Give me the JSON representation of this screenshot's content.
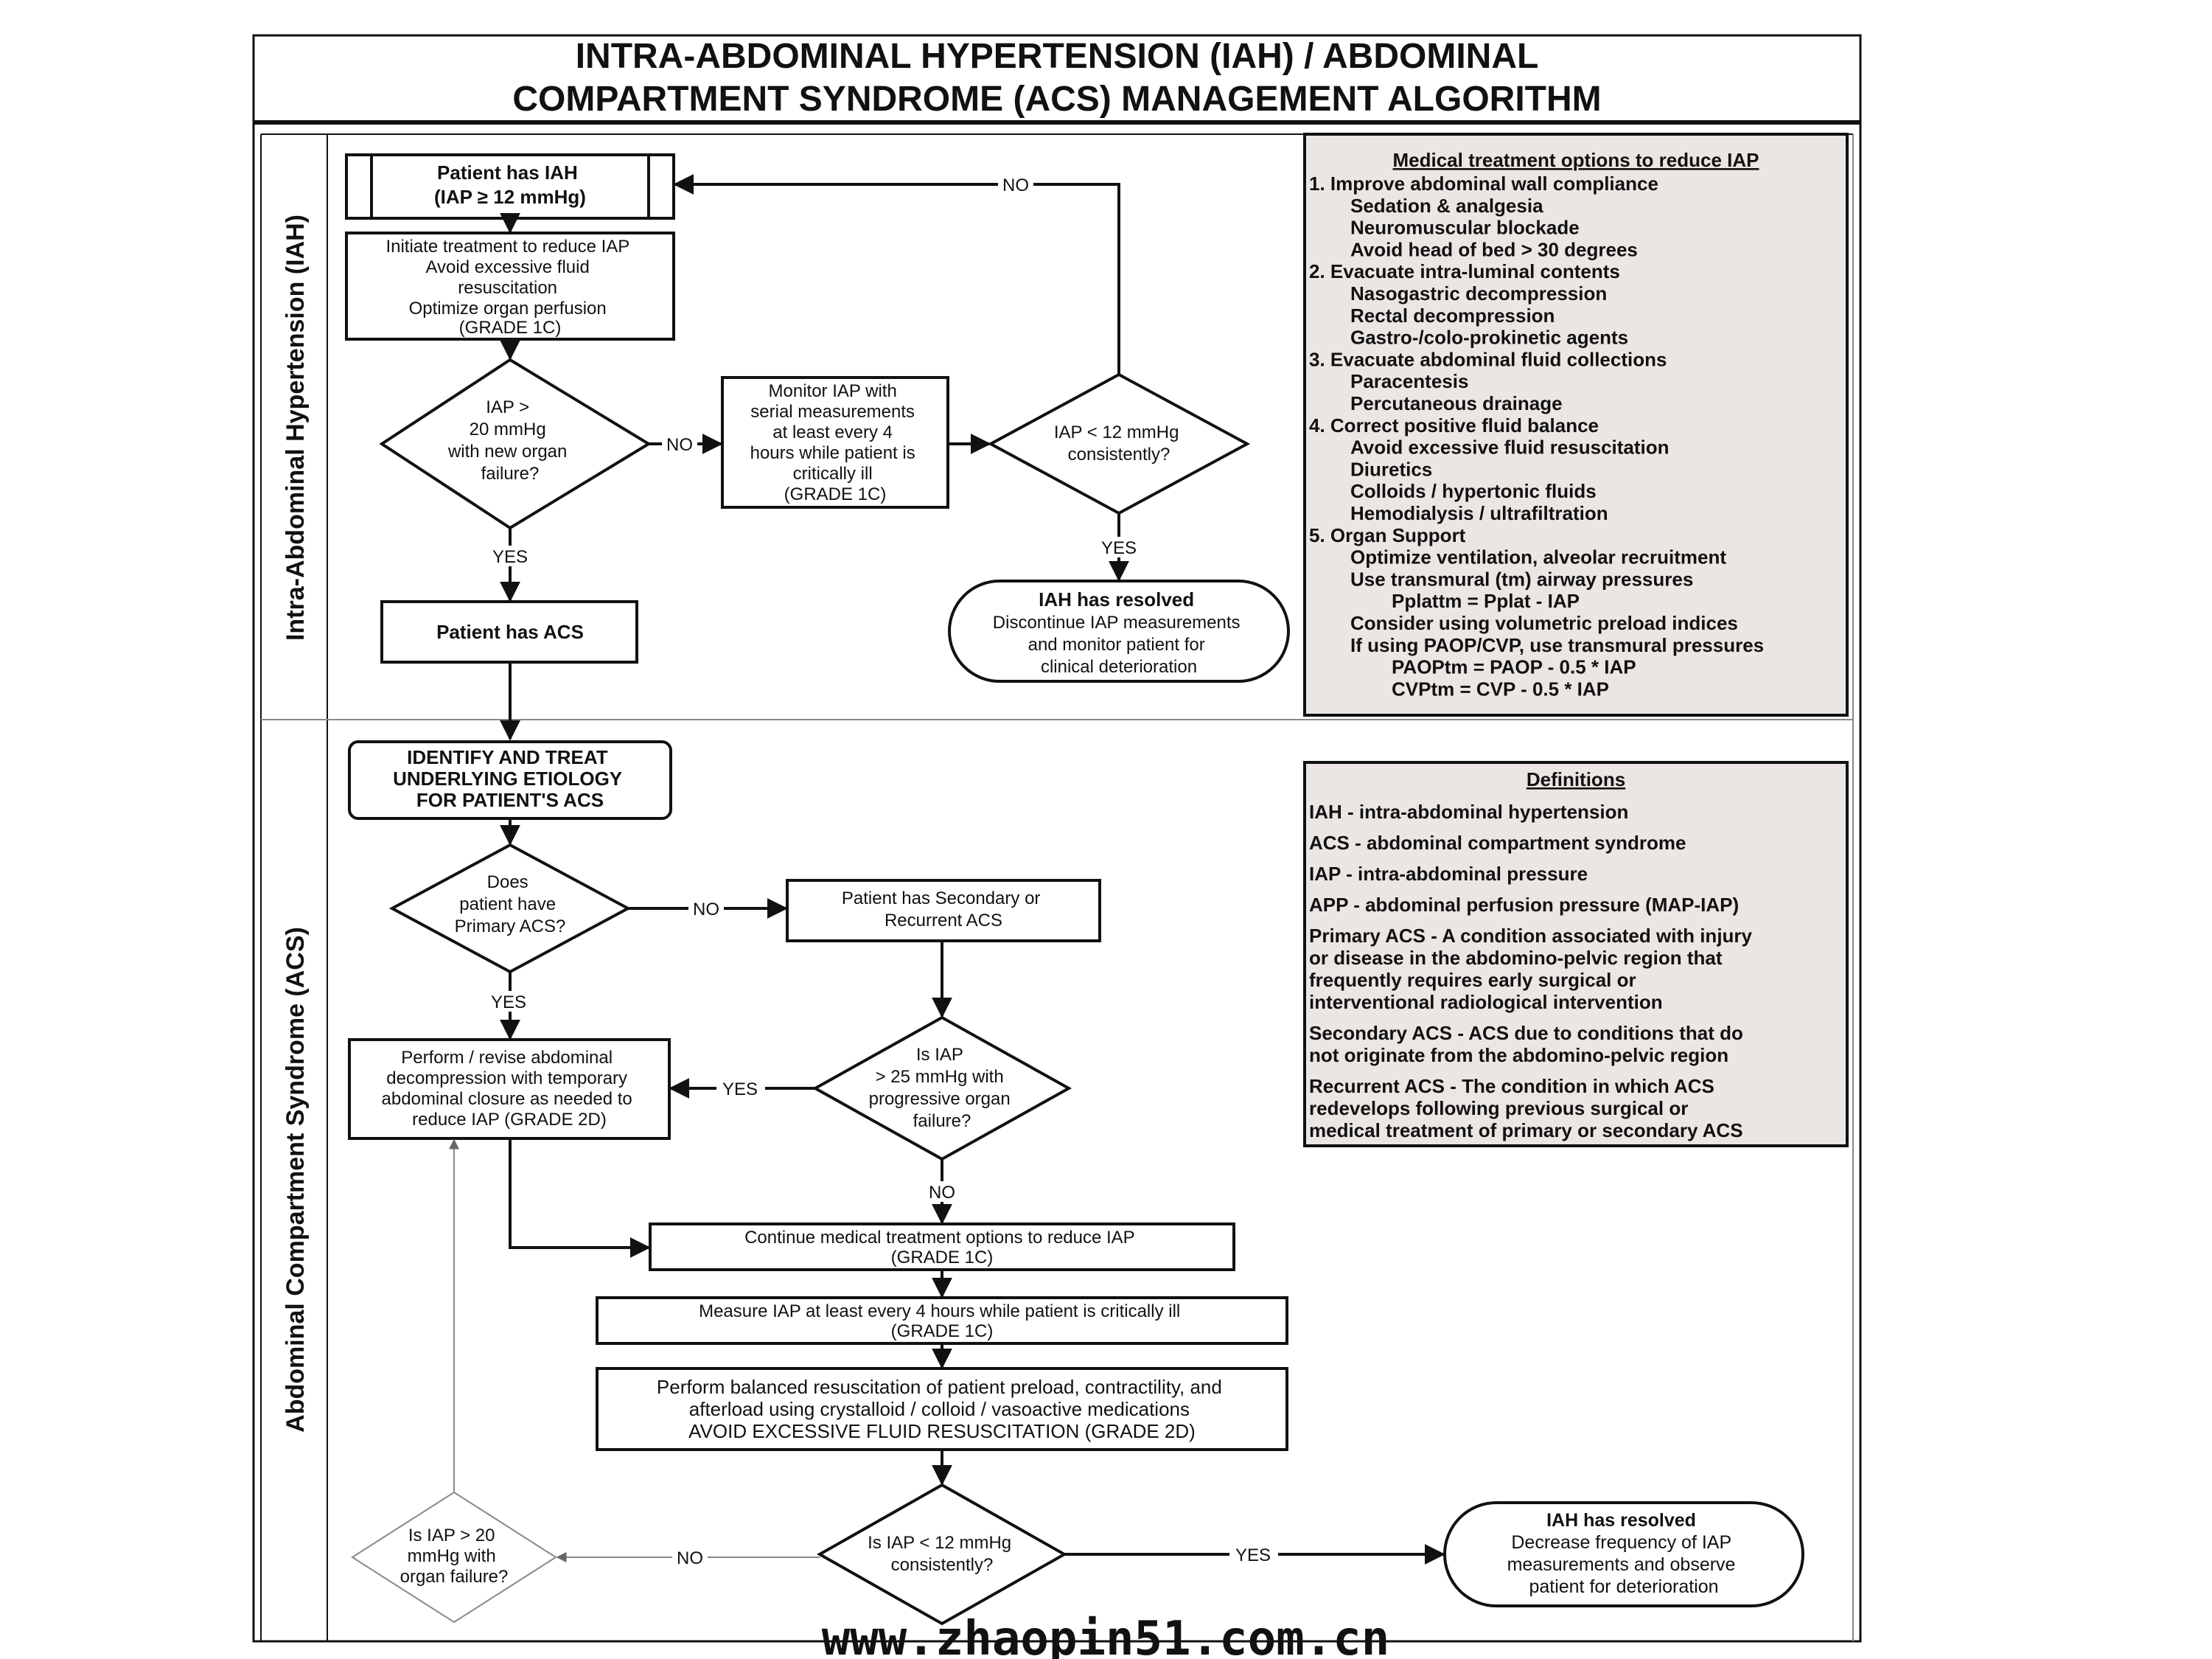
{
  "title": {
    "line1": "INTRA-ABDOMINAL HYPERTENSION (IAH) / ABDOMINAL",
    "line2": "COMPARTMENT SYNDROME (ACS) MANAGEMENT ALGORITHM"
  },
  "sections": {
    "iah": "Intra-Abdominal Hypertension (IAH)",
    "acs": "Abdominal Compartment Syndrome (ACS)"
  },
  "iah_flow": {
    "start": [
      "Patient has IAH",
      "(IAP ≥ 12 mmHg)"
    ],
    "initiate": [
      "Initiate treatment to reduce IAP",
      "Avoid excessive fluid",
      "resuscitation",
      "Optimize organ perfusion",
      "(GRADE 1C)"
    ],
    "decision1": [
      "IAP >",
      "20 mmHg",
      "with new organ",
      "failure?"
    ],
    "monitor": [
      "Monitor IAP with",
      "serial measurements",
      "at least every 4",
      "hours while patient is",
      "critically ill",
      "(GRADE 1C)"
    ],
    "decision2": [
      "IAP < 12 mmHg",
      "consistently?"
    ],
    "has_acs": "Patient has ACS",
    "resolved": [
      "IAH has resolved",
      "Discontinue IAP measurements",
      "and monitor patient for",
      "clinical deterioration"
    ],
    "yes": "YES",
    "no": "NO"
  },
  "acs_flow": {
    "identify": [
      "IDENTIFY AND TREAT",
      "UNDERLYING ETIOLOGY",
      "FOR PATIENT'S ACS"
    ],
    "primary_q": [
      "Does",
      "patient have",
      "Primary ACS?"
    ],
    "secondary": [
      "Patient has Secondary or",
      "Recurrent ACS"
    ],
    "iap25_q": [
      "Is IAP",
      "> 25 mmHg with",
      "progressive organ",
      "failure?"
    ],
    "decompress": [
      "Perform / revise abdominal",
      "decompression with temporary",
      "abdominal closure as needed to",
      "reduce IAP (GRADE 2D)"
    ],
    "continue": [
      "Continue medical treatment options to reduce IAP",
      "(GRADE 1C)"
    ],
    "measure": [
      "Measure IAP at least every 4 hours while patient is critically ill",
      "(GRADE 1C)"
    ],
    "balanced": [
      "Perform balanced resuscitation of patient preload, contractility, and",
      "afterload using crystalloid / colloid / vasoactive medications",
      "AVOID EXCESSIVE FLUID RESUSCITATION (GRADE 2D)"
    ],
    "iap12_q": [
      "Is IAP < 12 mmHg",
      "consistently?"
    ],
    "iap20_q": [
      "Is IAP > 20",
      "mmHg with",
      "organ failure?"
    ],
    "resolved": [
      "IAH has resolved",
      "Decrease frequency of IAP",
      "measurements and observe",
      "patient for deterioration"
    ]
  },
  "medical_panel": {
    "heading": "Medical treatment options to reduce IAP",
    "items": [
      {
        "text": "1. Improve abdominal wall compliance",
        "indent": 0
      },
      {
        "text": "Sedation & analgesia",
        "indent": 1
      },
      {
        "text": "Neuromuscular blockade",
        "indent": 1
      },
      {
        "text": "Avoid head of bed > 30 degrees",
        "indent": 1
      },
      {
        "text": "2. Evacuate intra-luminal contents",
        "indent": 0
      },
      {
        "text": "Nasogastric decompression",
        "indent": 1
      },
      {
        "text": "Rectal decompression",
        "indent": 1
      },
      {
        "text": "Gastro-/colo-prokinetic agents",
        "indent": 1
      },
      {
        "text": "3. Evacuate abdominal fluid collections",
        "indent": 0
      },
      {
        "text": "Paracentesis",
        "indent": 1
      },
      {
        "text": "Percutaneous drainage",
        "indent": 1
      },
      {
        "text": "4. Correct positive fluid balance",
        "indent": 0
      },
      {
        "text": "Avoid excessive fluid resuscitation",
        "indent": 1
      },
      {
        "text": "Diuretics",
        "indent": 1
      },
      {
        "text": "Colloids / hypertonic fluids",
        "indent": 1
      },
      {
        "text": "Hemodialysis / ultrafiltration",
        "indent": 1
      },
      {
        "text": "5. Organ Support",
        "indent": 0
      },
      {
        "text": "Optimize ventilation, alveolar recruitment",
        "indent": 1
      },
      {
        "text": "Use transmural (tm) airway pressures",
        "indent": 1
      },
      {
        "text": "Pplattm = Pplat - IAP",
        "indent": 2
      },
      {
        "text": "Consider using volumetric preload indices",
        "indent": 1
      },
      {
        "text": "If using PAOP/CVP, use transmural pressures",
        "indent": 1
      },
      {
        "text": "PAOPtm = PAOP - 0.5 * IAP",
        "indent": 2
      },
      {
        "text": "CVPtm = CVP - 0.5 * IAP",
        "indent": 2
      }
    ]
  },
  "definitions_panel": {
    "heading": "Definitions",
    "items": [
      [
        "IAH - intra-abdominal hypertension"
      ],
      [
        "ACS - abdominal compartment syndrome"
      ],
      [
        "IAP - intra-abdominal pressure"
      ],
      [
        "APP - abdominal perfusion pressure (MAP-IAP)"
      ],
      [
        "Primary ACS - A condition associated with injury",
        "or disease in the abdomino-pelvic region that",
        "frequently requires early surgical or",
        "interventional radiological intervention"
      ],
      [
        "Secondary ACS - ACS due to conditions that do",
        "not originate from the abdomino-pelvic region"
      ],
      [
        "Recurrent ACS - The condition in which ACS",
        "redevelops following previous surgical or",
        "medical treatment of primary or secondary ACS"
      ]
    ]
  },
  "watermark": "www.zhaopin51.com.cn"
}
